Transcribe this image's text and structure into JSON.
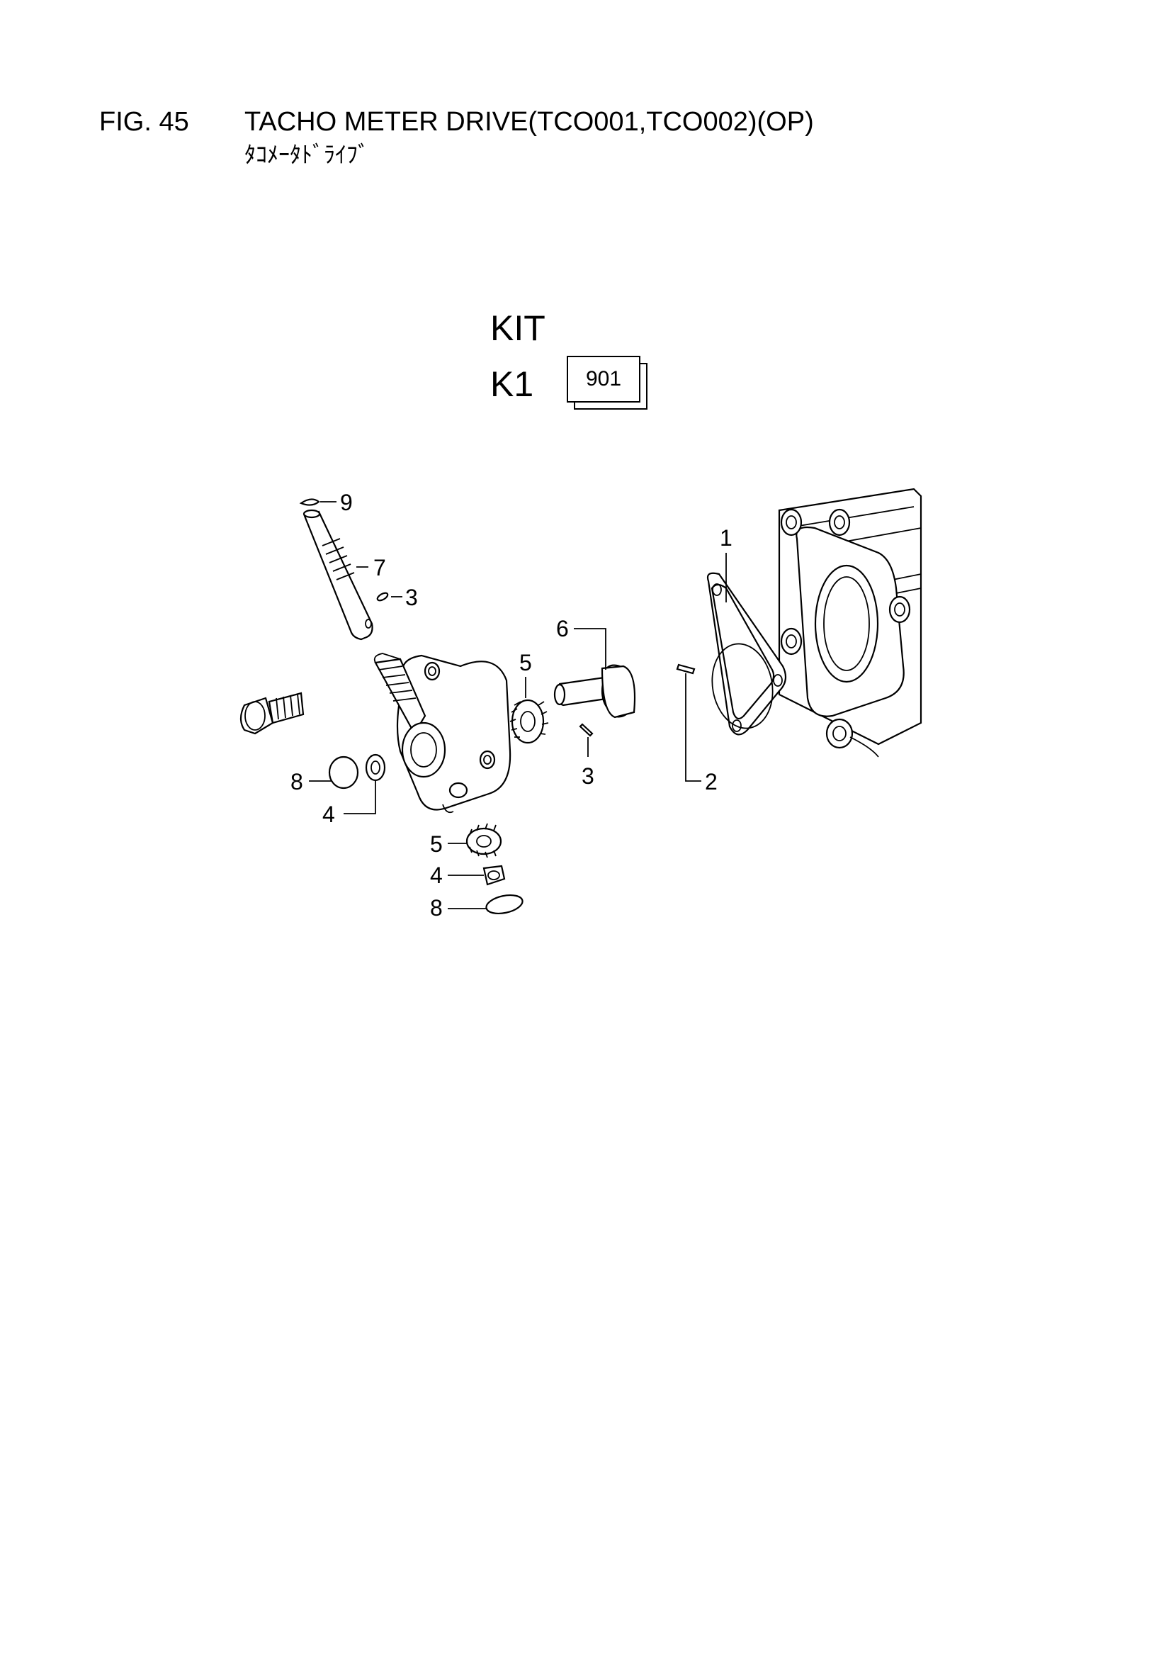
{
  "figure": {
    "number": "FIG. 45",
    "title": "TACHO METER DRIVE(TCO001,TCO002)(OP)",
    "subtitle": "ﾀｺﾒｰﾀﾄﾞﾗｲﾌﾞ"
  },
  "kit": {
    "label": "KIT",
    "code": "K1",
    "box_number": "901"
  },
  "callouts": {
    "c1": "1",
    "c2": "2",
    "c3a": "3",
    "c3b": "3",
    "c4a": "4",
    "c4b": "4",
    "c5a": "5",
    "c5b": "5",
    "c6": "6",
    "c7": "7",
    "c8a": "8",
    "c8b": "8",
    "c9": "9"
  }
}
